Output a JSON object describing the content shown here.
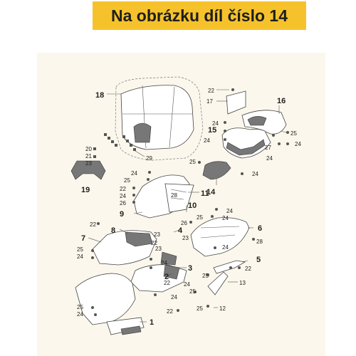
{
  "banner": {
    "text": "Na obrázku díl číslo 14",
    "background": "#f6c22c"
  },
  "callouts": {
    "p1": "1",
    "p2": "2",
    "p3": "3",
    "p4": "4",
    "p5": "5",
    "p6": "6",
    "p7": "7",
    "p8": "8",
    "p9": "9",
    "p10": "10",
    "p11": "11",
    "p12": "12",
    "p13": "13",
    "p14": "14",
    "p15": "15",
    "p16": "16",
    "p17": "17",
    "p18": "18",
    "p19": "19",
    "p20": "20",
    "p21": "21",
    "p22": "22",
    "p23": "23",
    "p24": "24",
    "p25": "25",
    "p26": "26",
    "p27": "27",
    "p28": "28",
    "p29": "29"
  }
}
